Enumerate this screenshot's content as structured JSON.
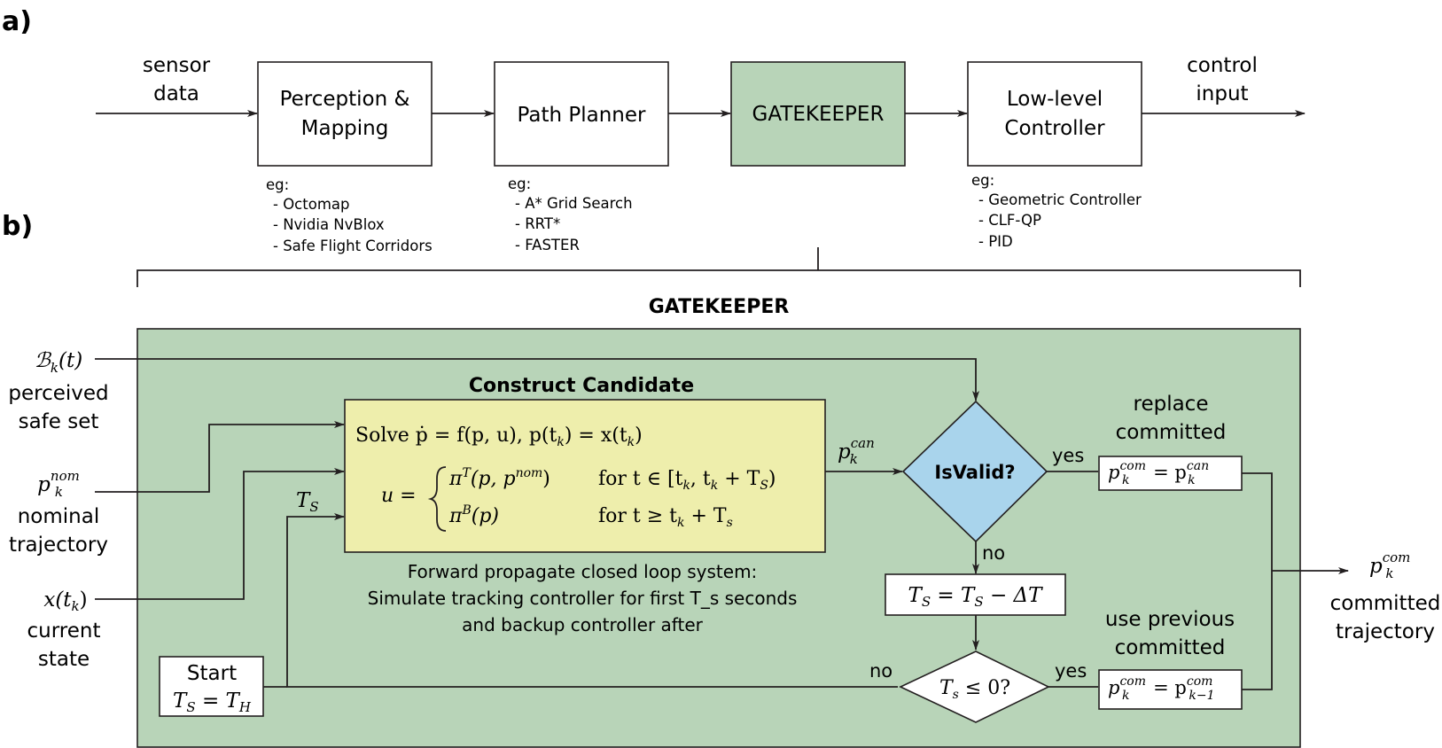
{
  "colors": {
    "green": "#b8d4b8",
    "yellow": "#eeeeac",
    "blue": "#a9d4ec",
    "stroke": "#231f20"
  },
  "panel_a": {
    "tag": "a)",
    "input": [
      "sensor",
      "data"
    ],
    "output": [
      "control",
      "input"
    ],
    "blocks": [
      {
        "lines": [
          "Perception &",
          "Mapping"
        ],
        "eg": "eg:",
        "examples": [
          "- Octomap",
          "- Nvidia NvBlox",
          "- Safe Flight Corridors"
        ]
      },
      {
        "lines": [
          "Path Planner"
        ],
        "eg": "eg:",
        "examples": [
          "- A* Grid Search",
          "- RRT*",
          "- FASTER"
        ]
      },
      {
        "lines": [
          "GATEKEEPER"
        ]
      },
      {
        "lines": [
          "Low-level",
          "Controller"
        ],
        "eg": "eg:",
        "examples": [
          "- Geometric Controller",
          "- CLF-QP",
          "- PID"
        ]
      }
    ]
  },
  "panel_b": {
    "tag": "b)",
    "title": "GATEKEEPER",
    "inputs": {
      "safe_set": {
        "math": "ℬ",
        "math_sub": "k",
        "math_tail": "(t)",
        "lines": [
          "perceived",
          "safe set"
        ]
      },
      "nominal": {
        "math": "p",
        "math_sup": "nom",
        "math_sub": "k",
        "lines": [
          "nominal",
          "trajectory"
        ]
      },
      "state": {
        "math": "x(t",
        "math_sub": "k",
        "math_tail": ")",
        "lines": [
          "current",
          "state"
        ]
      }
    },
    "construct": {
      "title": "Construct Candidate",
      "solve": "Solve ṗ = f(p, u),    p(t",
      "solve_tail": ") = x(t",
      "u_eq": "u =",
      "case1_left": "π",
      "case1_sup": "T",
      "case1_mid": "(p, p",
      "case1_sup2": "nom",
      "case1_right": ")",
      "case1_cond": "for t ∈ [t",
      "case1_cond2": ", t",
      "case1_cond3": " + T",
      "case1_cond4": ")",
      "case2_left": "π",
      "case2_sup": "B",
      "case2_mid": "(p)",
      "case2_cond": "for t ≥ t",
      "case2_cond2": " + T",
      "caption": [
        "Forward propagate closed loop system:",
        "Simulate tracking controller for first T_s seconds",
        "and backup controller after"
      ]
    },
    "ts_label": "T",
    "can_label": {
      "base": "p",
      "sup": "can",
      "sub": "k"
    },
    "isvalid": "IsValid?",
    "yes1": "yes",
    "no1": "no",
    "replace": [
      "replace",
      "committed"
    ],
    "replace_eq": {
      "left": "p",
      "lsup": "com",
      "lsub": "k",
      "eq": " = p",
      "rsup": "can",
      "rsub": "k"
    },
    "update_ts": "T",
    "update_ts_tail": " = T",
    "update_ts_end": " − ΔT",
    "ts_check": "T",
    "ts_check_tail": " ≤ 0?",
    "yes2": "yes",
    "no2": "no",
    "use_prev": [
      "use previous",
      "committed"
    ],
    "prev_eq": {
      "left": "p",
      "lsup": "com",
      "lsub": "k",
      "eq": " = p",
      "rsup": "com",
      "rsub": "k−1"
    },
    "start": {
      "word": "Start",
      "eq": "T",
      "eq_tail": " = T"
    },
    "output": {
      "math": "p",
      "sup": "com",
      "sub": "k",
      "lines": [
        "committed",
        "trajectory"
      ]
    },
    "sub_S": "S",
    "sub_s": "s",
    "sub_H": "H",
    "sub_k": "k"
  }
}
